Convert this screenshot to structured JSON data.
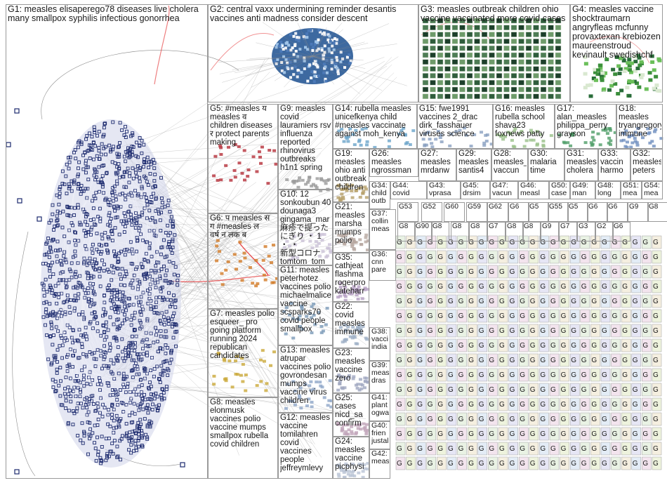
{
  "colors": {
    "g1_node": "#1c2a6e",
    "g1_fill": "#cfd3ea",
    "edge": "#8c8c8c",
    "highlight_edge": "#e7484a",
    "pane_border": "#9a9a9a"
  },
  "groups_main": [
    {
      "id": "G1",
      "label": "G1: measles elisaperego78 diseases live cholera\nmany smallpox syphilis infectious gonorrhea"
    },
    {
      "id": "G2",
      "label": "G2: central vaxx undermining reminder desantis\nvaccines anti madness consider descent"
    },
    {
      "id": "G3",
      "label": "G3: measles outbreak children ohio\nvaccine vaccinated more covid cases"
    },
    {
      "id": "G4",
      "label": "G4: measles vaccine\nshocktraumarn\nangryfleas mcfunny\nprovaxtexan krebiozen\nmaureenstroud\nkevinault swedishchf"
    },
    {
      "id": "G5",
      "label": "G5: #measles य\nmeasles व\nchildren diseases\nर protect parents\nmaking"
    },
    {
      "id": "G6",
      "label": "G6: प measles स\nग #measles ल\nवर्ष न लक ब"
    },
    {
      "id": "G7",
      "label": "G7: measles polio\nesqueer_ pro\ngoing platform\nrunning 2024\nrepublican\ncandidates"
    },
    {
      "id": "G8",
      "label": "G8: measles\nelonmusk\nvaccines polio\nvaccine mumps\nsmallpox rubella\ncovid children"
    },
    {
      "id": "G9",
      "label": "G9: measles\ncovid\nlauramiers rsv\ninfluenza\nreported\nrhinovirus\noutbreaks\nh1n1 spring"
    },
    {
      "id": "G10",
      "label": "G10: 12\nsonkoubun 40\ndounaga3\ngingama_mar\n麻疹で提った\nにぎり ・ 1 ・ ・\n新型コロナ\ntomtom_tom"
    },
    {
      "id": "G11",
      "label": "G11: measles\npeterhotez\nvaccines polio\nmichaelmalice\nvaccine\nscsparks70\ncovid people\nsmallpox"
    },
    {
      "id": "G12",
      "label": "G12: measles\nvaccine\ntomilahren\ncovid vaccines\npeople\njeffreymlevy"
    },
    {
      "id": "G13",
      "label": "G13: measles\natrupar\nvaccines polio\ngovrondesan\nmumps\nvaccine virus\nchildren"
    },
    {
      "id": "G14",
      "label": "G14: rubella measles\nunicefkenya child\n#measles vaccinate\nagainst moh_kenya"
    },
    {
      "id": "G15",
      "label": "G15: fwe1991\nvaccines 2_drac\ndirk_fasshauer\nviruses science"
    },
    {
      "id": "G16",
      "label": "G16: measles\nrubella school\nshava23\nfoxnews patty"
    },
    {
      "id": "G17",
      "label": "G17:\nalan_measles\nphilippa_perry\ngrayson"
    },
    {
      "id": "G18",
      "label": "G18:\nmeasles\ntryangregory\nimmune"
    },
    {
      "id": "G19",
      "label": "G19:\nmeasles\nohio anti\noutbreak\nchildren"
    },
    {
      "id": "G20",
      "label": "G20:\nmeasles\nmarsha\nmumps\npolio"
    },
    {
      "id": "G21",
      "label": "G21:\nmeasles\nmarsha\nmumps\npolio"
    },
    {
      "id": "G22",
      "label": "G22:\ncovid\nmeasles\nimmune"
    },
    {
      "id": "G23",
      "label": "G23:\nmeasles\nvaccine\nzero"
    },
    {
      "id": "G24",
      "label": "G24:\nmeasles\nvaccine\npicphysi"
    },
    {
      "id": "G25",
      "label": "G25:\ncases\nnicd_sa\nconfirm"
    },
    {
      "id": "G26",
      "label": "G26:\nmeasles\nngrossman"
    },
    {
      "id": "G27",
      "label": "G27:\nmeasles\nmrdanw"
    },
    {
      "id": "G28",
      "label": "G28:\nmeasles_malaria\nvaccun"
    },
    {
      "id": "G29",
      "label": "G29:\nmeasles\nsantis4"
    },
    {
      "id": "G30",
      "label": "G30:\nmalaria\ntime"
    },
    {
      "id": "G31",
      "label": "G31:\nmeasles\ncholera"
    },
    {
      "id": "G32",
      "label": "G32:\nmeasles\npeters"
    },
    {
      "id": "G33",
      "label": "G33:\nvaccin\nharmo"
    },
    {
      "id": "G34",
      "label": "G34:\nchild\noutb"
    },
    {
      "id": "G35",
      "label": "G35:\ncathjeat\nflashma\nrogerpro\nkateharr"
    },
    {
      "id": "G36",
      "label": "G36:\ncnn\npare"
    },
    {
      "id": "G37",
      "label": "G37:\ncollin\nmeas"
    },
    {
      "id": "G38",
      "label": "G38:\nvacci\nindia"
    },
    {
      "id": "G39",
      "label": "G39:\nmeas\ndras"
    },
    {
      "id": "G40",
      "label": "G40:\nfrien\njustal"
    },
    {
      "id": "G41",
      "label": "G41:\nplant\nogwa"
    },
    {
      "id": "G42",
      "label": "G42:\nmeas"
    },
    {
      "id": "G43",
      "label": "G43:\nvprasa"
    },
    {
      "id": "G44",
      "label": "G44:\ncovid"
    },
    {
      "id": "G45",
      "label": "G45:\ndrsim"
    },
    {
      "id": "G46",
      "label": "G46:\nmeasl"
    },
    {
      "id": "G47",
      "label": "G47:\nvacun"
    },
    {
      "id": "G48",
      "label": "G48:\nlong"
    },
    {
      "id": "G49",
      "label": "G49:\nman"
    },
    {
      "id": "G50",
      "label": "G50:\ncase"
    },
    {
      "id": "G51",
      "label": "G51:\nmea"
    },
    {
      "id": "G54",
      "label": "G54:\nmea"
    }
  ],
  "small_tags": [
    "G53",
    "G52",
    "G60",
    "G59",
    "G62",
    "G6",
    "G5",
    "G55",
    "G5",
    "G6",
    "G6",
    "G9",
    "G8",
    "G8",
    "G90",
    "G8",
    "G8",
    "G8",
    "G7",
    "G8",
    "G8",
    "G9",
    "G7",
    "G3",
    "G2",
    "G6"
  ],
  "grid_glyph": "G"
}
